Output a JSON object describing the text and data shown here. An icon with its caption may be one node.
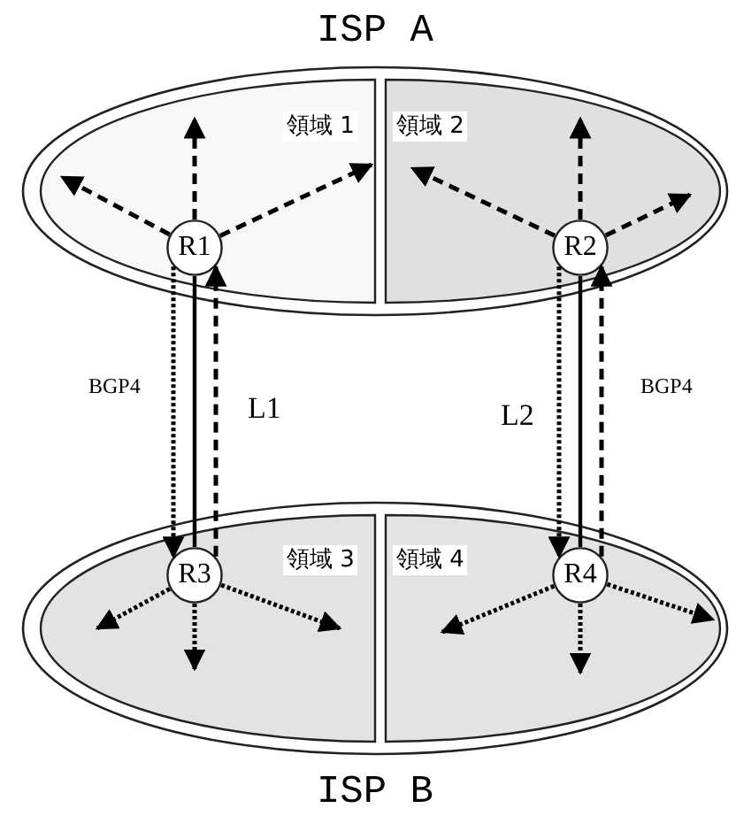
{
  "diagram": {
    "nodes": [
      {
        "text": [
          "ISP A"
        ]
      },
      {
        "text": [
          "領域 1"
        ],
        "in": 0
      },
      {
        "text": [
          "R1"
        ],
        "in": 1
      },
      {
        "text": [
          "領域 2"
        ],
        "in": 0
      },
      {
        "text": [
          "R2"
        ],
        "in": 3
      },
      {
        "text": [
          "ISP B"
        ]
      },
      {
        "text": [
          "領域 3"
        ],
        "in": 5
      },
      {
        "text": [
          "R3"
        ],
        "in": 6
      },
      {
        "text": [
          "領域 4"
        ],
        "in": 5
      },
      {
        "text": [
          "R4"
        ],
        "in": 8
      }
    ],
    "edges": [
      {
        "from": 2,
        "to": null,
        "arrow": "to",
        "style": "dashed"
      },
      {
        "from": 2,
        "to": null,
        "arrow": "to",
        "style": "dashed"
      },
      {
        "from": 2,
        "to": null,
        "arrow": "to",
        "style": "dashed"
      },
      {
        "from": 4,
        "to": null,
        "arrow": "to",
        "style": "dashed"
      },
      {
        "from": 4,
        "to": null,
        "arrow": "to",
        "style": "dashed"
      },
      {
        "from": 4,
        "to": null,
        "arrow": "to",
        "style": "dashed"
      },
      {
        "from": 2,
        "to": 7,
        "arrow": "to",
        "style": "dashed",
        "label": "BGP4"
      },
      {
        "from": 2,
        "to": 7,
        "arrow": "none",
        "label": "L1"
      },
      {
        "from": 7,
        "to": 2,
        "arrow": "to",
        "style": "dashed"
      },
      {
        "from": 4,
        "to": 9,
        "arrow": "to",
        "style": "dashed"
      },
      {
        "from": 4,
        "to": 9,
        "arrow": "none",
        "label": "L2"
      },
      {
        "from": 9,
        "to": 4,
        "arrow": "to",
        "style": "dashed",
        "label": "BGP4"
      },
      {
        "from": 7,
        "to": null,
        "arrow": "to",
        "style": "dashed"
      },
      {
        "from": 7,
        "to": null,
        "arrow": "to",
        "style": "dashed"
      },
      {
        "from": 7,
        "to": null,
        "arrow": "to",
        "style": "dashed"
      },
      {
        "from": 9,
        "to": null,
        "arrow": "to",
        "style": "dashed"
      },
      {
        "from": 9,
        "to": null,
        "arrow": "to",
        "style": "dashed"
      },
      {
        "from": 9,
        "to": null,
        "arrow": "to",
        "style": "dashed"
      }
    ]
  }
}
